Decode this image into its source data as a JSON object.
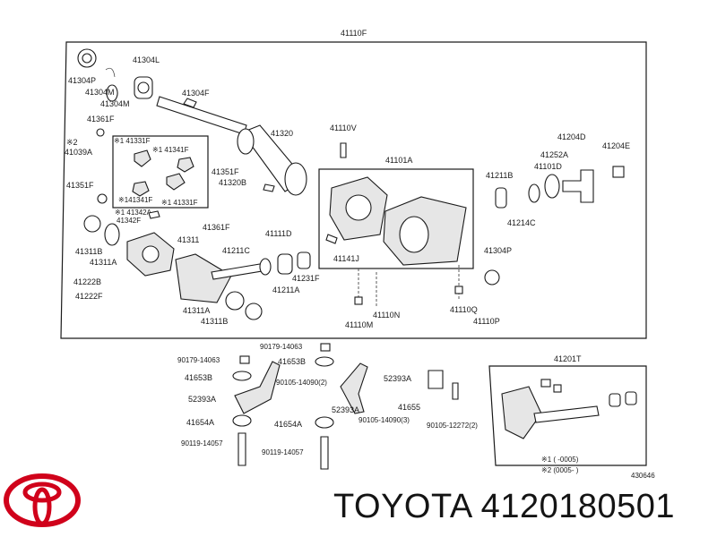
{
  "diagram": {
    "labels": {
      "main_assembly": "41110F",
      "l41304P": "41304P",
      "l41304M_a": "41304M",
      "l41304M_b": "41304M",
      "l41304L": "41304L",
      "l41304F": "41304F",
      "l41361F_a": "41361F",
      "l41039A_mark": "※2",
      "l41039A": "41039A",
      "l41331F_a": "※1 41331F",
      "l41341F_a": "※1 41341F",
      "l41351F_a": "41351F",
      "l41341F_b": "※141341F",
      "l41331F_b": "※1 41331F",
      "l41342A": "※1 41342A",
      "l41342F": "41342F",
      "l41320": "41320",
      "l41351F_b": "41351F",
      "l41320B": "41320B",
      "l41110V": "41110V",
      "l41101A": "41101A",
      "l41204D": "41204D",
      "l41204E": "41204E",
      "l41252A": "41252A",
      "l41211B": "41211B",
      "l41101D": "41101D",
      "l41214C": "41214C",
      "l41361F_b": "41361F",
      "l41111D": "41111D",
      "l41311": "41311",
      "l41311B_a": "41311B",
      "l41311A_a": "41311A",
      "l41211C": "41211C",
      "l41141J": "41141J",
      "l41304P_b": "41304P",
      "l41222B": "41222B",
      "l41231F": "41231F",
      "l41222F": "41222F",
      "l41211A": "41211A",
      "l41311A_b": "41311A",
      "l41311B_b": "41311B",
      "l41110N": "41110N",
      "l41110M": "41110M",
      "l41110Q": "41110Q",
      "l41110P": "41110P",
      "l90179_a": "90179-14063",
      "l90179_b": "90179-14063",
      "l41653B_a": "41653B",
      "l41653B_b": "41653B",
      "l90105_2": "90105-14090(2)",
      "l52393A_a": "52393A",
      "l52393A_b": "52393A",
      "l52393A_c": "52393A",
      "l41655": "41655",
      "l90105_3": "90105-14090(3)",
      "l90105_12272": "90105-12272(2)",
      "l41654A_a": "41654A",
      "l41654A_b": "41654A",
      "l90119_a": "90119-14057",
      "l90119_b": "90119-14057",
      "l41201T": "41201T",
      "note1": "※1 (      -0005)",
      "note2": "※2 (0005-       )",
      "diagram_code": "430646"
    }
  },
  "footer": {
    "part_text": "TOYOTA 4120180501",
    "logo_color": "#d0021b"
  }
}
